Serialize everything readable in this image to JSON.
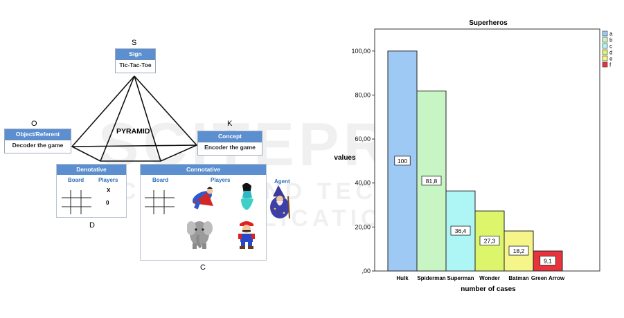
{
  "diagram": {
    "letters": {
      "s": "S",
      "o": "O",
      "k": "K",
      "d": "D",
      "c": "C"
    },
    "sign": {
      "title": "Sign",
      "body": "Tic-Tac-Toe"
    },
    "object": {
      "title": "Object/Referent",
      "body": "Decoder the game"
    },
    "concept": {
      "title": "Concept",
      "body": "Encoder the game"
    },
    "pyramid_label": "PYRAMID",
    "denotative": {
      "title": "Denotative",
      "board": "Board",
      "players": "Players",
      "x_mark": "X",
      "o_mark": "0"
    },
    "connotative": {
      "title": "Connotative",
      "board": "Board",
      "players": "Players",
      "agent": "Agent"
    }
  },
  "watermark": {
    "line1": "SCITEPRESS",
    "line2": "SCIENCE AND TECHNOLOGY PUBLICATIONS"
  },
  "chart_data": {
    "type": "bar",
    "title": "Superheros",
    "xlabel": "number of cases",
    "ylabel": "values",
    "ylim": [
      0,
      110
    ],
    "yticks": [
      ",00",
      "20,00",
      "40,00",
      "60,00",
      "80,00",
      "100,00"
    ],
    "categories": [
      "Hulk",
      "Spiderman",
      "Superman",
      "Wonder",
      "Batman",
      "Green Arrow"
    ],
    "values": [
      100,
      81.8,
      36.4,
      27.3,
      18.2,
      9.1
    ],
    "data_labels": [
      "100",
      "81,8",
      "36,4",
      "27,3",
      "18,2",
      "9,1"
    ],
    "legend": {
      "position": "top-right",
      "items": [
        "a",
        "b",
        "c",
        "d",
        "e",
        "f"
      ]
    },
    "colors": [
      "#9ec9f5",
      "#c8f5c4",
      "#aef5f5",
      "#dcf56a",
      "#f5f58a",
      "#e8323c"
    ]
  }
}
